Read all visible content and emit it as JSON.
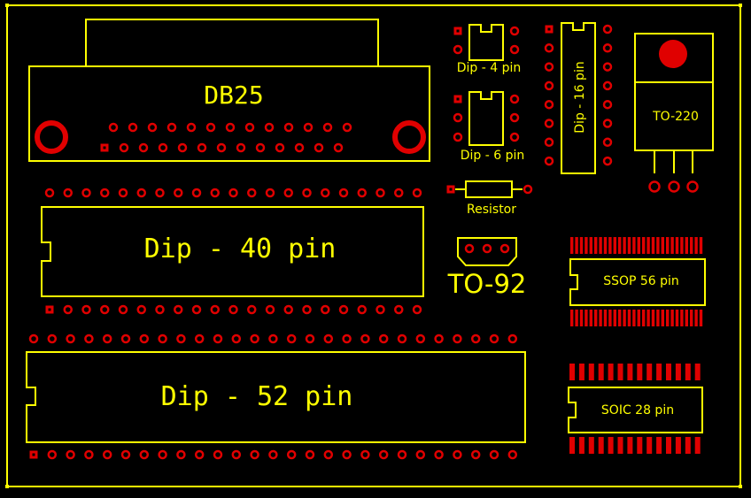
{
  "colors": {
    "background": "#000000",
    "silkscreen": "#ffff00",
    "copper": "#e00000"
  },
  "labels": {
    "db25": "DB25",
    "dip4": "Dip -  4 pin",
    "dip6": "Dip -  6 pin",
    "dip16": "Dip - 16 pin",
    "to220": "TO-220",
    "resistor": "Resistor",
    "to92": "TO-92",
    "dip40": "Dip - 40 pin",
    "dip52": "Dip - 52 pin",
    "ssop56": "SSOP 56 pin",
    "soic28": "SOIC 28 pin"
  }
}
